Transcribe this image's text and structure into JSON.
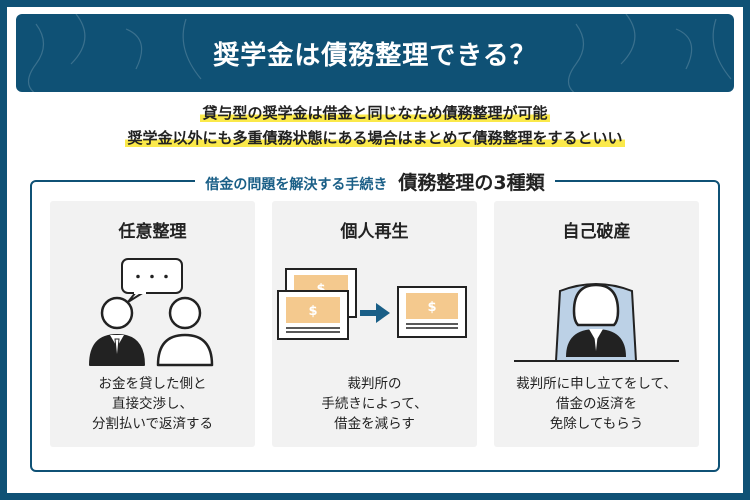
{
  "header": {
    "title": "奨学金は債務整理できる？"
  },
  "lead": {
    "line1": "貸与型の奨学金は借金と同じなため債務整理が可能",
    "line2": "奨学金以外にも多重債務状態にある場合はまとめて債務整理をするといい"
  },
  "section": {
    "subtitle": "借金の問題を解決する手続き",
    "title": "債務整理の3種類"
  },
  "cards": [
    {
      "title": "任意整理",
      "bubble": "・・・",
      "desc": [
        "お金を貸した側と",
        "直接交渉し、",
        "分割払いで返済する"
      ]
    },
    {
      "title": "個人再生",
      "money_symbol": "$",
      "desc": [
        "裁判所の",
        "手続きによって、",
        "借金を減らす"
      ]
    },
    {
      "title": "自己破産",
      "desc": [
        "裁判所に申し立てをして、",
        "借金の返済を",
        "免除してもらう"
      ]
    }
  ],
  "colors": {
    "navy": "#0f5175",
    "highlight": "#fbe94a",
    "card_bg": "#f2f2f2",
    "money": "#f4c98e"
  }
}
